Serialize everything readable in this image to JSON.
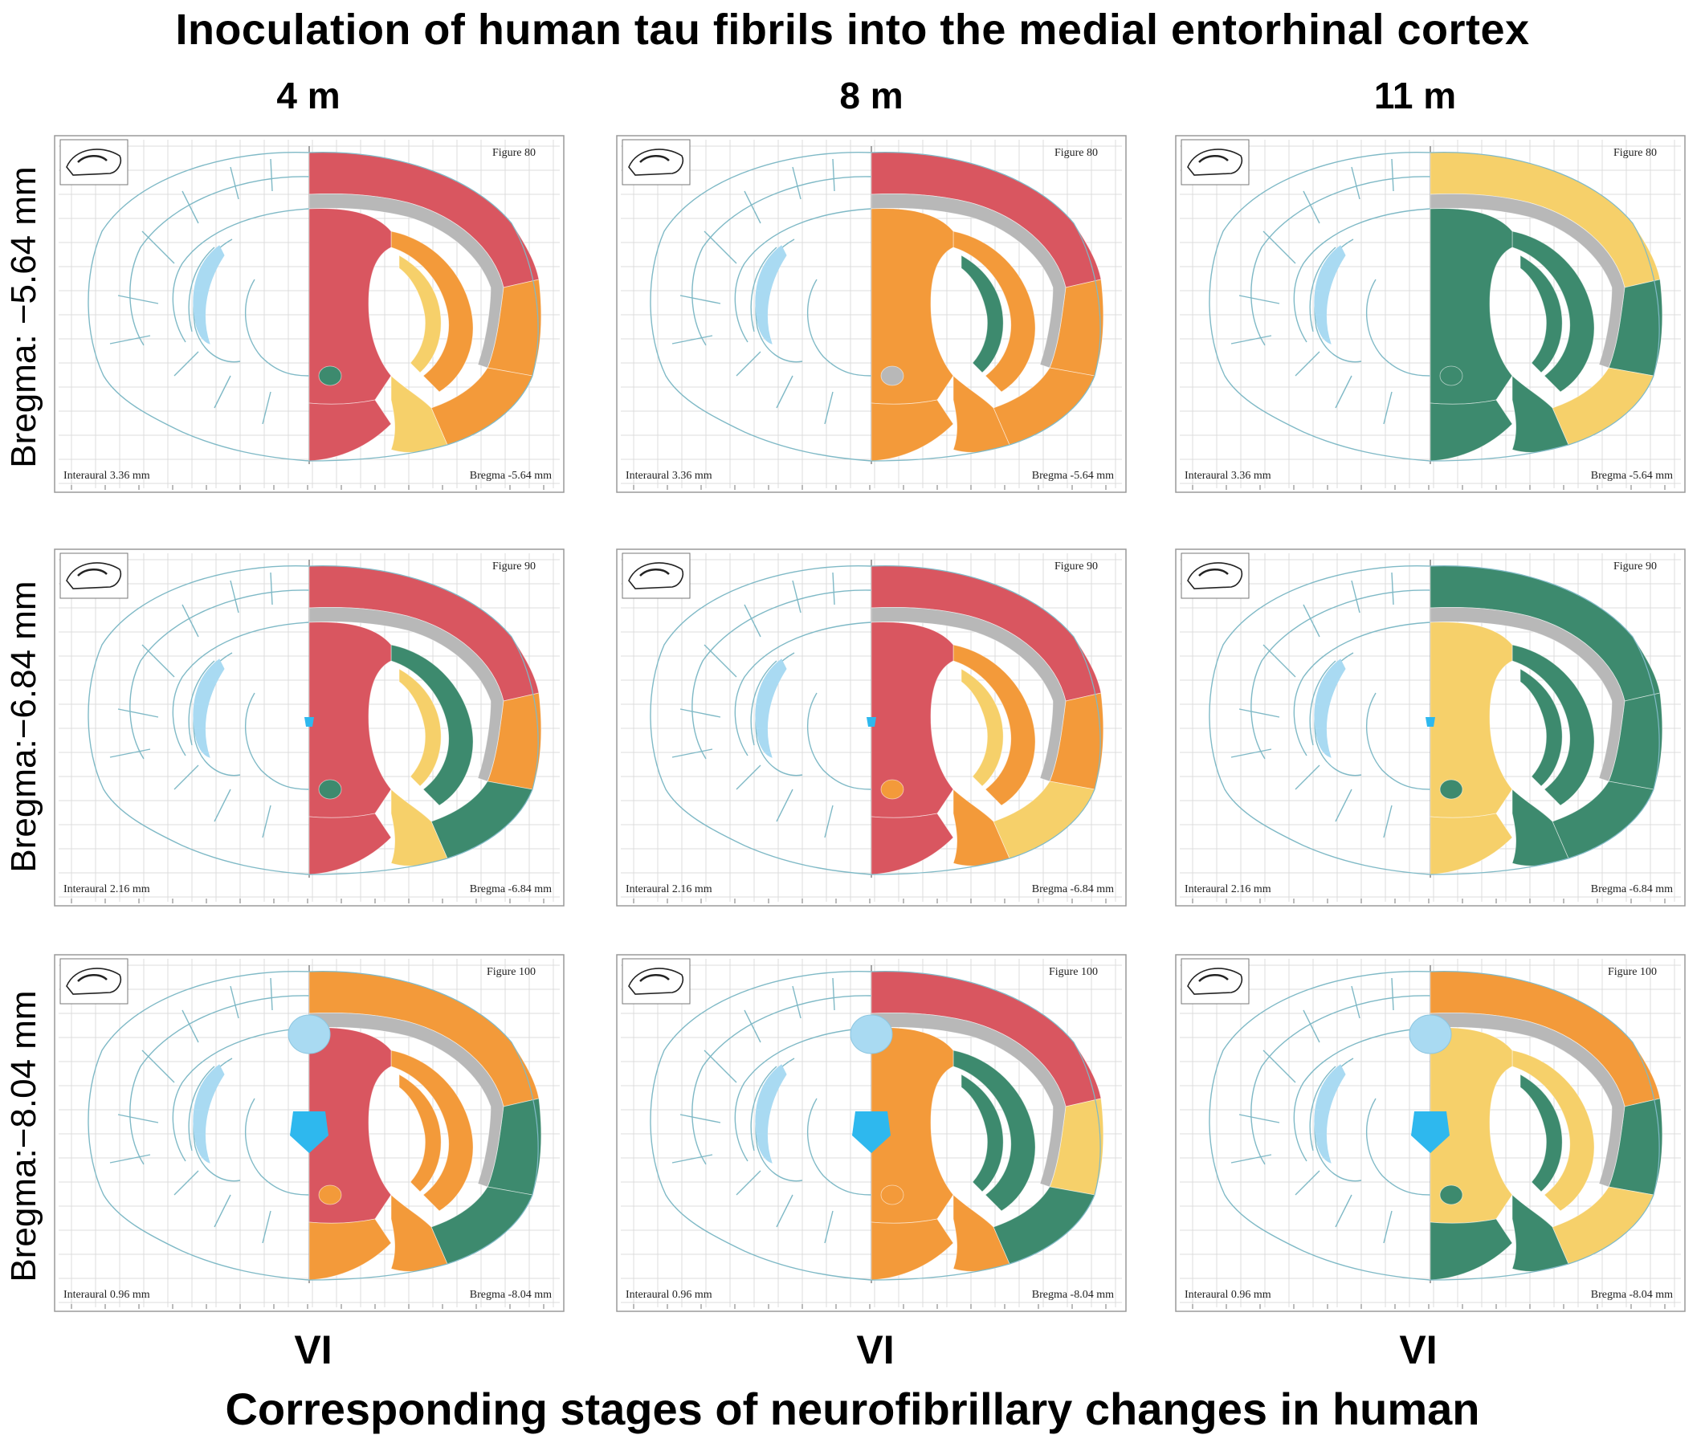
{
  "title": "Inoculation of human tau fibrils into the medial entorhinal cortex",
  "footer": "Corresponding stages of neurofibrillary changes in human",
  "columns": [
    "4 m",
    "8 m",
    "11 m"
  ],
  "rows": [
    {
      "label": "Bregma: −5.64 mm",
      "figure": "Figure 80",
      "interaural": "Interaural 3.36 mm",
      "bregma": "Bregma -5.64 mm"
    },
    {
      "label": "Bregma:−6.84 mm",
      "figure": "Figure 90",
      "interaural": "Interaural 2.16 mm",
      "bregma": "Bregma -6.84 mm"
    },
    {
      "label": "Bregma:−8.04 mm",
      "figure": "Figure 100",
      "interaural": "Interaural 0.96 mm",
      "bregma": "Bregma -8.04 mm"
    }
  ],
  "stages": [
    "VI",
    "VI",
    "VI"
  ],
  "colors": {
    "red": "#d95660",
    "orange": "#f39a3a",
    "yellow": "#f6d06a",
    "green": "#3d8a6e",
    "gray": "#b8b8b8",
    "lightblue": "#a9daf2",
    "blue": "#2eb8ee",
    "outline": "#7fb9c6"
  },
  "panel_colors": [
    [
      {
        "cortex": "red",
        "cortex_lateral": "orange",
        "cortex_ventral": "orange",
        "hippo_outer": "orange",
        "hippo_inner": "yellow",
        "medial": "red",
        "medial_lower": "red",
        "ventral": "yellow",
        "small_spot": "green"
      },
      {
        "cortex": "red",
        "cortex_lateral": "orange",
        "cortex_ventral": "orange",
        "hippo_outer": "orange",
        "hippo_inner": "green",
        "medial": "orange",
        "medial_lower": "orange",
        "ventral": "orange",
        "small_spot": "gray"
      },
      {
        "cortex": "yellow",
        "cortex_lateral": "green",
        "cortex_ventral": "yellow",
        "hippo_outer": "green",
        "hippo_inner": "green",
        "medial": "green",
        "medial_lower": "green",
        "ventral": "green",
        "small_spot": "green"
      }
    ],
    [
      {
        "cortex": "red",
        "cortex_lateral": "orange",
        "cortex_ventral": "green",
        "hippo_outer": "green",
        "hippo_inner": "yellow",
        "medial": "red",
        "medial_lower": "red",
        "ventral": "yellow",
        "small_spot": "green"
      },
      {
        "cortex": "red",
        "cortex_lateral": "orange",
        "cortex_ventral": "yellow",
        "hippo_outer": "orange",
        "hippo_inner": "yellow",
        "medial": "red",
        "medial_lower": "red",
        "ventral": "orange",
        "small_spot": "orange"
      },
      {
        "cortex": "green",
        "cortex_lateral": "green",
        "cortex_ventral": "green",
        "hippo_outer": "green",
        "hippo_inner": "green",
        "medial": "yellow",
        "medial_lower": "yellow",
        "ventral": "green",
        "small_spot": "green"
      }
    ],
    [
      {
        "cortex": "orange",
        "cortex_lateral": "green",
        "cortex_ventral": "green",
        "hippo_outer": "orange",
        "hippo_inner": "orange",
        "medial": "red",
        "medial_lower": "orange",
        "ventral": "orange",
        "small_spot": "orange"
      },
      {
        "cortex": "red",
        "cortex_lateral": "yellow",
        "cortex_ventral": "green",
        "hippo_outer": "green",
        "hippo_inner": "green",
        "medial": "orange",
        "medial_lower": "orange",
        "ventral": "orange",
        "small_spot": "orange"
      },
      {
        "cortex": "orange",
        "cortex_lateral": "green",
        "cortex_ventral": "yellow",
        "hippo_outer": "yellow",
        "hippo_inner": "green",
        "medial": "yellow",
        "medial_lower": "green",
        "ventral": "green",
        "small_spot": "green"
      }
    ]
  ]
}
